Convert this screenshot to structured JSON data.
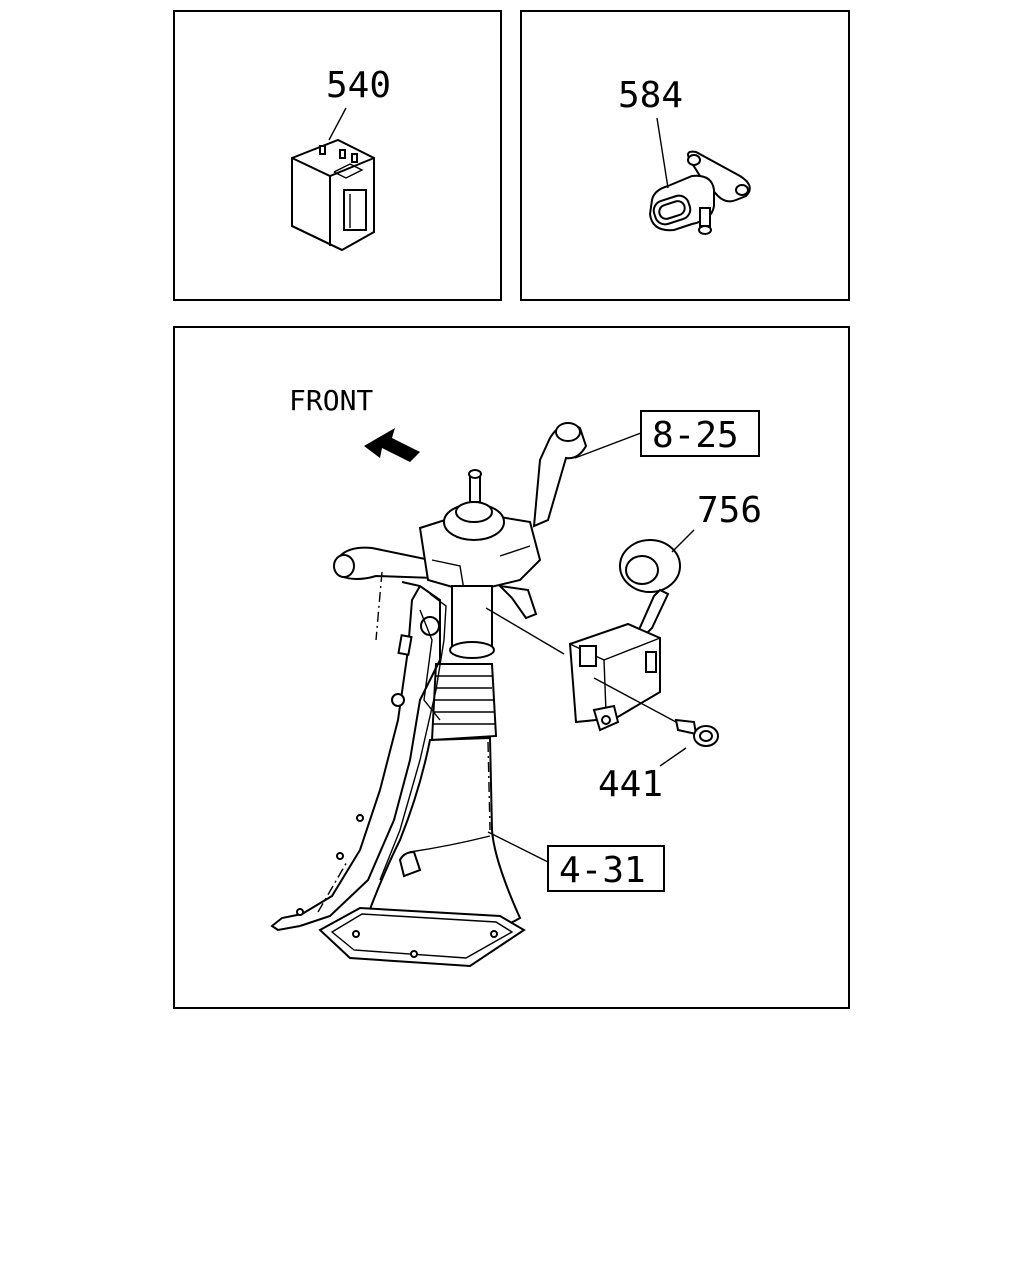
{
  "labels": {
    "part_540": "540",
    "part_584": "584",
    "front": "FRONT",
    "ref_8_25": "8-25",
    "part_756": "756",
    "part_441": "441",
    "ref_4_31": "4-31"
  },
  "colors": {
    "line": "#000000",
    "background": "#ffffff"
  }
}
